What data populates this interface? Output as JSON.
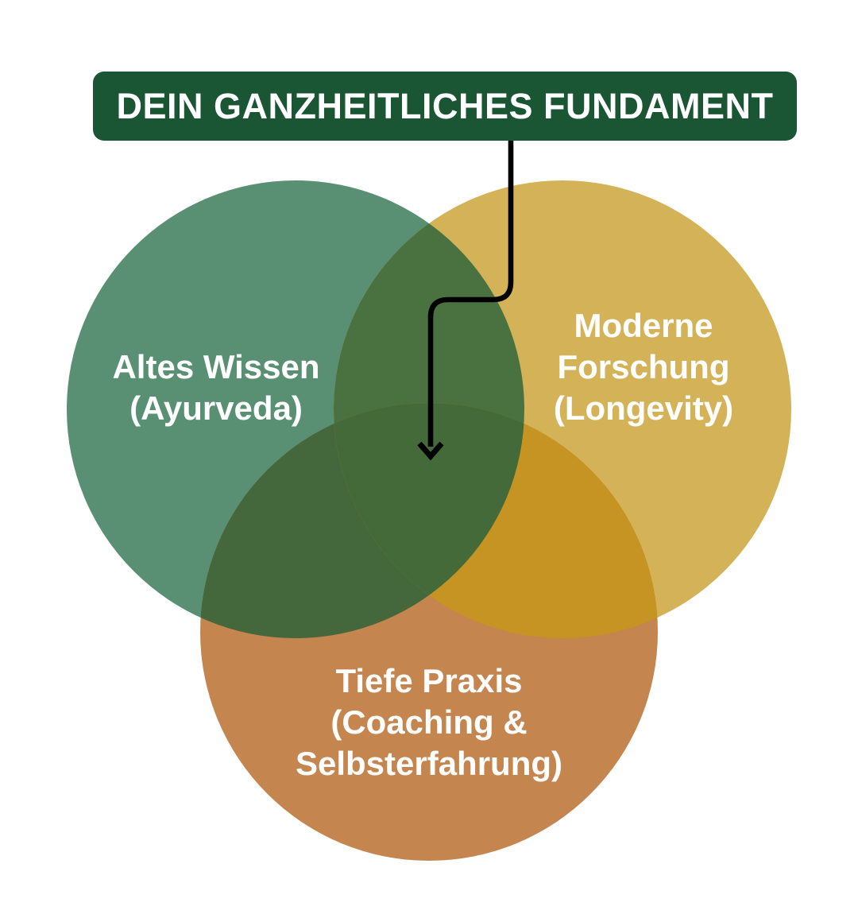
{
  "banner": {
    "label": "DEIN GANZHEITLICHES FUNDAMENT",
    "bg_color": "#1A5634",
    "text_color": "#FFFFFF"
  },
  "diagram": {
    "type": "venn-3-circles",
    "background_color": "#FFFFFF",
    "label_text_color": "#FFFFFF",
    "circles": [
      {
        "id": "altes-wissen",
        "label_lines": [
          "Altes Wissen",
          "(Ayurveda)"
        ],
        "color": "#599073"
      },
      {
        "id": "moderne-forschung",
        "label_lines": [
          "Moderne",
          "Forschung",
          "(Longevity)"
        ],
        "color": "#D4B358"
      },
      {
        "id": "tiefe-praxis",
        "label_lines": [
          "Tiefe Praxis",
          "(Coaching &",
          "Selbsterfahrung)"
        ],
        "color": "#C5854F"
      }
    ],
    "overlaps": {
      "green_yellow": "#4A7240",
      "green_orange": "#45673C",
      "yellow_orange": "#C69422",
      "center": "#436A38"
    },
    "arrow": {
      "color": "#000000"
    }
  }
}
